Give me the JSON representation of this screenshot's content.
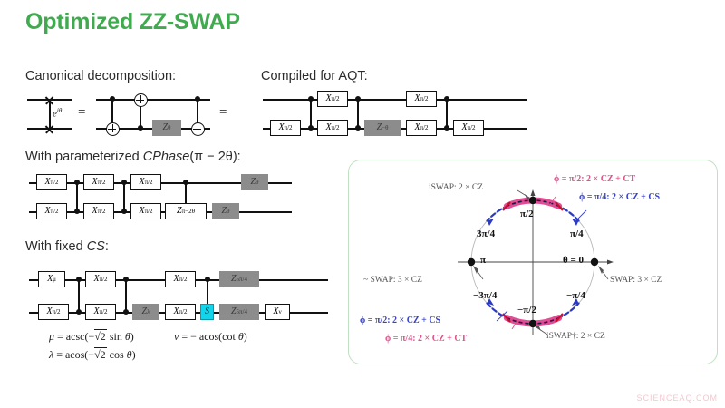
{
  "slide": {
    "title": "Optimized ZZ-SWAP",
    "title_color": "#3faa4e",
    "background": "#ffffff",
    "watermark": "SCIENCEAQ.COM"
  },
  "sections": {
    "canonical": {
      "caption": "Canonical decomposition:"
    },
    "aqt": {
      "caption": "Compiled for AQT:"
    },
    "cphase": {
      "caption_pre": "With parameterized ",
      "caption_it": "CPhase",
      "caption_post": "(π − 2θ):"
    },
    "fixedcs": {
      "caption_pre": "With fixed ",
      "caption_it": "CS",
      "caption_post": ":"
    }
  },
  "circuits": {
    "canonical": {
      "phase_label": "e^{iθ}",
      "gates": [
        "Zθ"
      ],
      "eq1": "=",
      "eq2": "="
    },
    "aqt": {
      "gates": [
        "Xπ/2",
        "Xπ/2",
        "Xπ/2",
        "Z−θ",
        "Xπ/2",
        "Xπ/2",
        "Xπ/2",
        "Xπ/2"
      ]
    },
    "cphase": {
      "top_gates": [
        "Xπ/2",
        "Xπ/2",
        "Xπ/2",
        "Zθ"
      ],
      "bottom_gates": [
        "Xπ/2",
        "Xπ/2",
        "Xπ/2",
        "Zπ−2θ",
        "Zθ"
      ]
    },
    "fixedcs": {
      "top_gates": [
        "Xμ",
        "Xπ/2",
        "Xπ/2",
        "Z5π/4"
      ],
      "bottom_gates": [
        "Xπ/2",
        "Xπ/2",
        "Zλ",
        "Xπ/2",
        "S",
        "Z5π/4",
        "Xν"
      ]
    }
  },
  "formulas": {
    "mu": "μ = acsc(−√2 sin θ)",
    "nu": "ν = − acos(cot θ)",
    "lambda": "λ = acos(−√2 cos θ)"
  },
  "chart_data": {
    "type": "scatter",
    "title": "",
    "description": "Unit circle of the ZZ-SWAP parameter θ annotated with two-qubit gate costs",
    "axis_ticks": [
      {
        "angle_deg": 90,
        "label": "π/2"
      },
      {
        "angle_deg": 135,
        "label": "3π/4"
      },
      {
        "angle_deg": 180,
        "label": "π"
      },
      {
        "angle_deg": 225,
        "label": "−3π/4"
      },
      {
        "angle_deg": 270,
        "label": "−π/2"
      },
      {
        "angle_deg": 315,
        "label": "−π/4"
      },
      {
        "angle_deg": 0,
        "label": "θ = 0"
      }
    ],
    "points": [
      {
        "angle_deg": 90,
        "callout": "iSWAP: 2 × CZ",
        "color": "#555555"
      },
      {
        "angle_deg": 180,
        "callout": "~ SWAP: 3 × CZ",
        "color": "#555555"
      },
      {
        "angle_deg": 0,
        "callout": "SWAP: 3 × CZ",
        "color": "#555555"
      },
      {
        "angle_deg": 270,
        "callout": "iSWAP†: 2 × CZ",
        "color": "#555555"
      }
    ],
    "arcs": [
      {
        "name": "top-crimson",
        "from_deg": 65,
        "to_deg": 115,
        "color": "#d6246e",
        "style": "thick-dashed"
      },
      {
        "name": "top-blue",
        "from_deg": 42,
        "to_deg": 138,
        "color": "#2b3bbf",
        "style": "dashed-arrow"
      },
      {
        "name": "bottom-crimson",
        "from_deg": 245,
        "to_deg": 295,
        "color": "#d6246e",
        "style": "thick-dashed"
      },
      {
        "name": "bottom-blue",
        "from_deg": 222,
        "to_deg": 318,
        "color": "#2b3bbf",
        "style": "dashed-arrow"
      }
    ],
    "annotations": [
      {
        "text": "ϕ = π/2:  2 × CZ + CT",
        "color": "#e0528a",
        "position": "top-right"
      },
      {
        "text": "ϕ = π/4:  2 × CZ + CS",
        "color": "#3742c8",
        "position": "top-right-2"
      },
      {
        "text": "ϕ = π/2:  2 × CZ + CS",
        "color": "#3742c8",
        "position": "bottom-left"
      },
      {
        "text": "ϕ = π/4:  2 × CZ + CT",
        "color": "#e0528a",
        "position": "bottom-left-2"
      }
    ],
    "legend_position": "inline-callouts",
    "grid": false
  },
  "panel": {
    "border_color": "#bfe0c2",
    "tick_pi_half": "π/2",
    "tick_3pi_4": "3π/4",
    "tick_pi": "π",
    "tick_neg3pi_4": "−3π/4",
    "tick_negpi_half": "−π/2",
    "tick_negpi_4": "−π/4",
    "tick_pi_4": "π/4",
    "tick_theta0": "θ = 0",
    "cal_iswap": "iSWAP: 2 × CZ",
    "cal_approx_swap": "~ SWAP: 3 × CZ",
    "cal_swap": "SWAP: 3 × CZ",
    "cal_iswap_dag": "iSWAP†: 2 × CZ",
    "ann_tr_pink": "ϕ = π/2:  2 × CZ + CT",
    "ann_tr_blue": "ϕ = π/4:  2 × CZ + CS",
    "ann_bl_blue": "ϕ = π/2:  2 × CZ + CS",
    "ann_bl_pink": "ϕ = π/4:  2 × CZ + CT"
  }
}
